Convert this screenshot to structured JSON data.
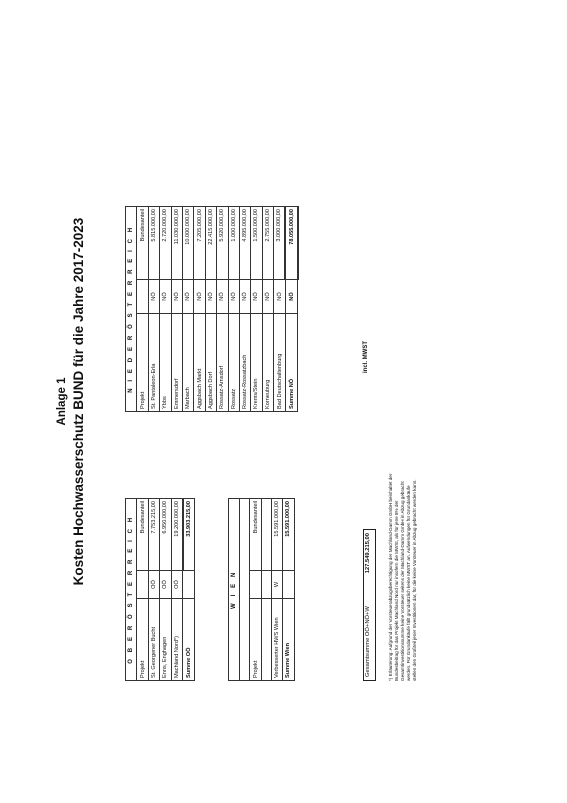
{
  "annex_label": "Anlage 1",
  "title": "Kosten Hochwasserschutz BUND  für die Jahre 2017-2023",
  "ooe": {
    "section_title": "O B E R Ö S T E R R E I C H",
    "header_project": "Projekt",
    "header_share": "Bundesanteil",
    "rows": [
      {
        "project": "St. Georgener Bucht",
        "abbr": "OÖ",
        "value": "7.753.215,00"
      },
      {
        "project": "Enns, Enghagen",
        "abbr": "OÖ",
        "value": "6.950.000,00"
      },
      {
        "project": "Machland Nord*)",
        "abbr": "OÖ",
        "value": "19.200.000,00"
      }
    ],
    "sum_label": "Summe OÖ",
    "sum_value": "33.903.215,00"
  },
  "wien": {
    "section_title": "W I E N",
    "header_project": "Projekt",
    "header_share": "Bundesanteil",
    "rows": [
      {
        "project": "Verbesserter HWS Wien",
        "abbr": "W",
        "value": "15.591.000,00"
      }
    ],
    "sum_label": "Summe Wien",
    "sum_value": "15.591.000,00"
  },
  "noe": {
    "section_title": "N I E D E R Ö S T E R R E I C H",
    "header_project": "Projekt",
    "header_share": "Bundesanteil",
    "rows": [
      {
        "project": "St. Pantaleon-Erla",
        "abbr": "NÖ",
        "value": "5.815.000,00"
      },
      {
        "project": "Ybbs",
        "abbr": "NÖ",
        "value": "2.720.000,00"
      },
      {
        "project": "Emmersdorf",
        "abbr": "NÖ",
        "value": "11.030.000,00"
      },
      {
        "project": "Marbach",
        "abbr": "NÖ",
        "value": "10.000.000,00"
      },
      {
        "project": "Aggsbach Markt",
        "abbr": "NÖ",
        "value": "7.205.000,00"
      },
      {
        "project": "Aggsbach Dorf",
        "abbr": "NÖ",
        "value": "22.415.000,00"
      },
      {
        "project": "Rossatz-Arnsdorf",
        "abbr": "NÖ",
        "value": "5.920.000,00"
      },
      {
        "project": "Rossatz",
        "abbr": "NÖ",
        "value": "1.000.000,00"
      },
      {
        "project": "Rossatz-Rossatzbach",
        "abbr": "NÖ",
        "value": "4.895.000,00"
      },
      {
        "project": "Krems/Stein",
        "abbr": "NÖ",
        "value": "1.500.000,00"
      },
      {
        "project": "Korneuburg",
        "abbr": "NÖ",
        "value": "2.755.000,00"
      },
      {
        "project": "Bad Deutschaltenburg",
        "abbr": "NÖ",
        "value": "3.000.000,00"
      }
    ],
    "sum_label": "Summe NÖ",
    "sum_abbr": "NÖ",
    "sum_value": "78.055.000,00"
  },
  "grand_total": {
    "label": "Gesamtsumme OÖ+NÖ+W",
    "value": "127.549.215,00"
  },
  "incl_note": "incl. MWST",
  "footnote": "*) Erläuterung: Aufgrund der Vorsteuerabzugsberechtigung der Machland-Damm GmbH beinhaltet der Bundesbeitrag für das Projekt Machland Nord nur insofern die MWSt, als für jene 8% der Gesamtinvestitionssumme keine Vorsteuer seitens der Machland-Damm GmbH in Abzug gebracht werden. Für Grundankäufe fällt grundsätzlich keine MWST an. Aufwendungen für Grundankäufe stellen den Großteil jener Investitionen dar, für die keine Vorsteuer in Abzug gebracht werden kann."
}
